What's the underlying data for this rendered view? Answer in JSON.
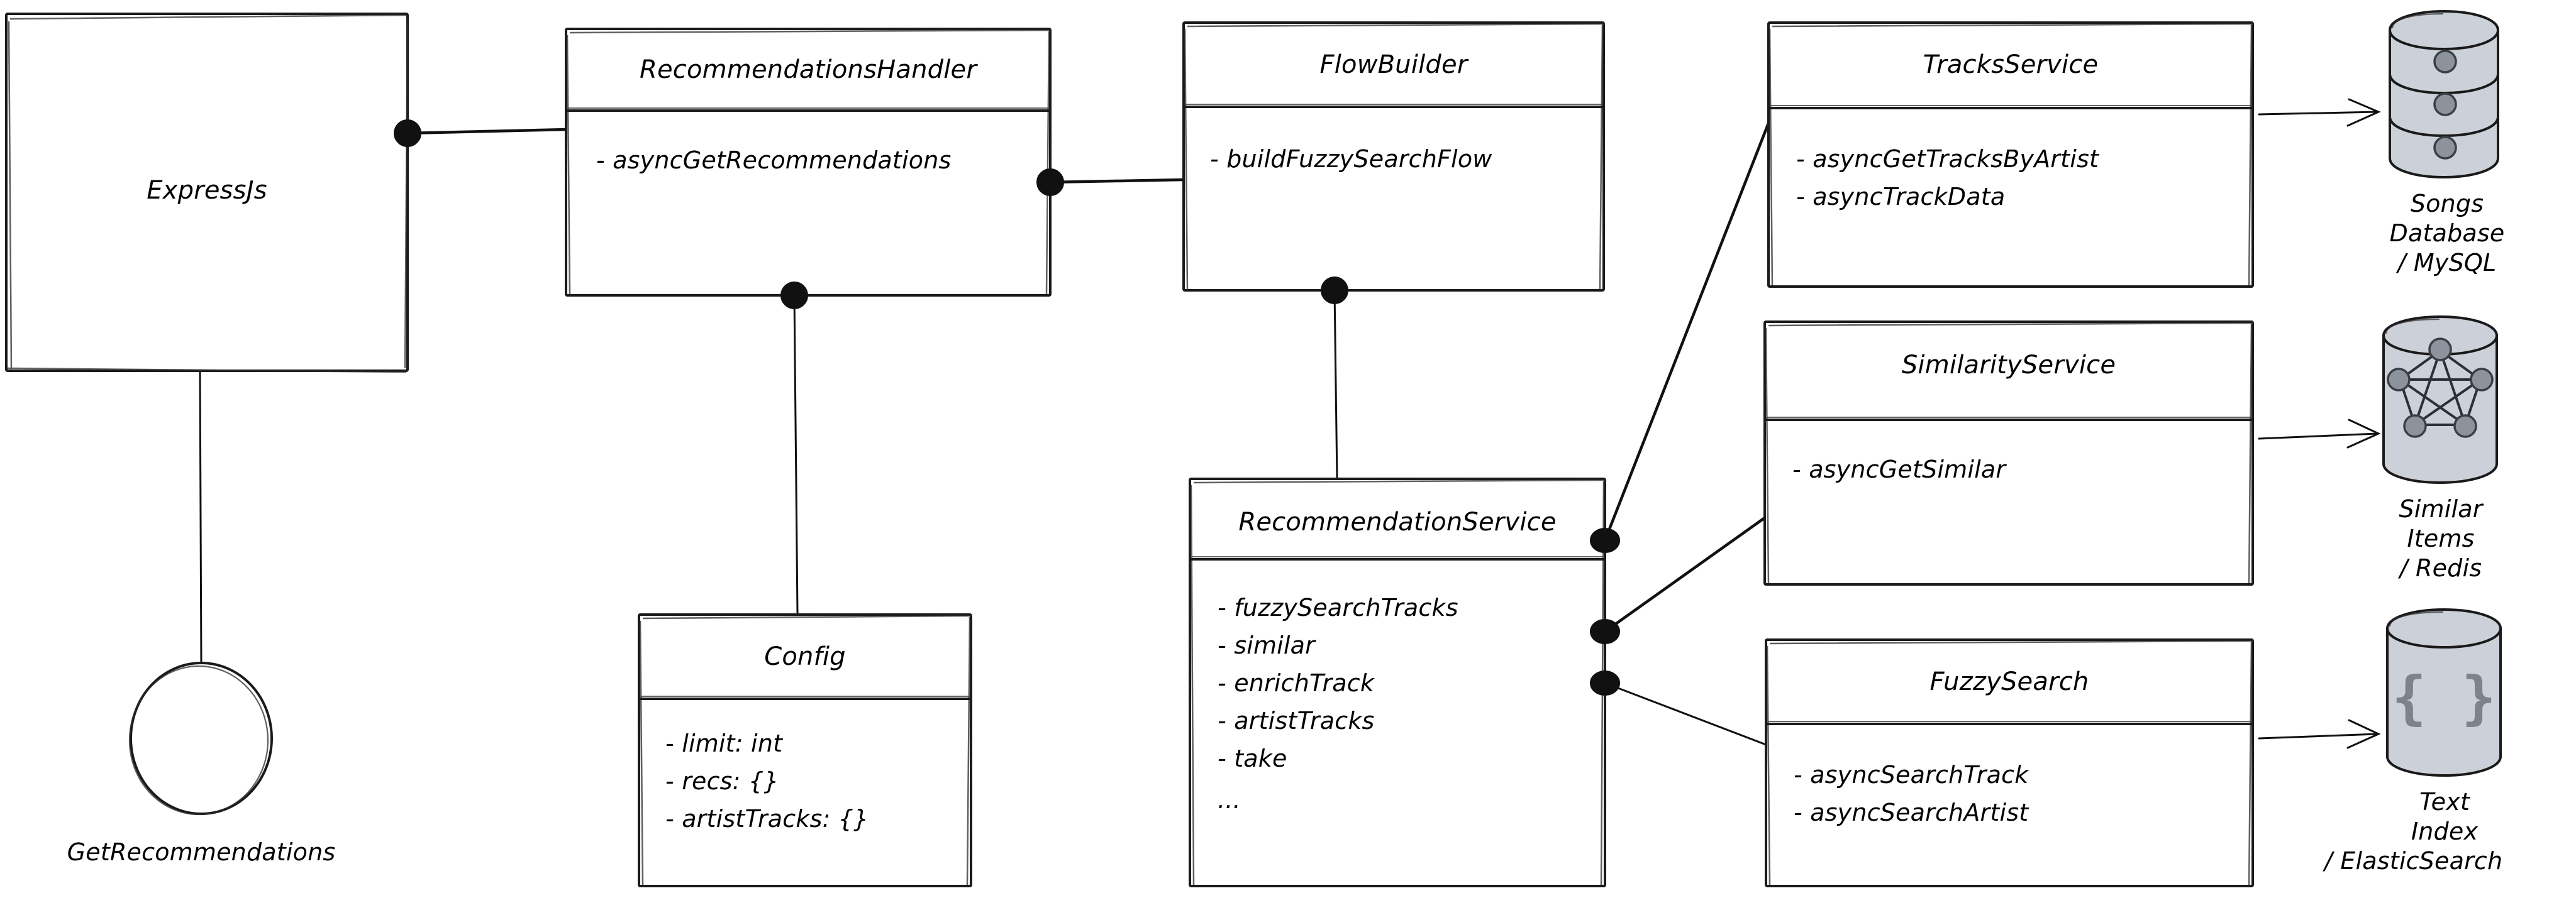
{
  "diagram": {
    "kind": "software-architecture-uml-sketch",
    "entry": {
      "name": "ExpressJs",
      "endpoint_label": "GetRecommendations",
      "endpoint_shape": "circle"
    },
    "classes": [
      {
        "id": "recommendations-handler",
        "title": "RecommendationsHandler",
        "members": [
          "- asyncGetRecommendations"
        ]
      },
      {
        "id": "flow-builder",
        "title": "FlowBuilder",
        "members": [
          "- buildFuzzySearchFlow"
        ]
      },
      {
        "id": "config",
        "title": "Config",
        "members": [
          "- limit: int",
          "- recs: {}",
          "- artistTracks: {}"
        ]
      },
      {
        "id": "recommendation-service",
        "title": "RecommendationService",
        "members": [
          "- fuzzySearchTracks",
          "- similar",
          "- enrichTrack",
          "- artistTracks",
          "- take",
          "..."
        ]
      },
      {
        "id": "tracks-service",
        "title": "TracksService",
        "members": [
          "- asyncGetTracksByArtist",
          "- asyncTrackData"
        ]
      },
      {
        "id": "similarity-service",
        "title": "SimilarityService",
        "members": [
          "- asyncGetSimilar"
        ]
      },
      {
        "id": "fuzzy-search",
        "title": "FuzzySearch",
        "members": [
          "- asyncSearchTrack",
          "- asyncSearchArtist"
        ]
      }
    ],
    "datastores": [
      {
        "id": "songs-database",
        "icon": "stacked-disk-cylinder-icon",
        "caption_lines": [
          "Songs",
          "Database",
          "/ MySQL"
        ]
      },
      {
        "id": "similar-items-store",
        "icon": "graph-network-cylinder-icon",
        "caption_lines": [
          "Similar",
          "Items",
          "/ Redis"
        ]
      },
      {
        "id": "text-index-store",
        "icon": "json-braces-cylinder-icon",
        "caption_lines": [
          "Text",
          "Index",
          "/ ElasticSearch"
        ],
        "glyph": "{ }"
      }
    ],
    "connections": [
      {
        "from": "ExpressJs",
        "to": "RecommendationsHandler",
        "style": "ball-and-line"
      },
      {
        "from": "ExpressJs",
        "to": "GetRecommendations",
        "style": "plain-line"
      },
      {
        "from": "RecommendationsHandler",
        "to": "FlowBuilder",
        "style": "ball-and-line"
      },
      {
        "from": "RecommendationsHandler",
        "to": "Config",
        "style": "ball-and-line"
      },
      {
        "from": "FlowBuilder",
        "to": "RecommendationService",
        "style": "ball-and-line"
      },
      {
        "from": "RecommendationService",
        "to": "TracksService",
        "style": "ball-and-line"
      },
      {
        "from": "RecommendationService",
        "to": "SimilarityService",
        "style": "ball-and-line"
      },
      {
        "from": "RecommendationService",
        "to": "FuzzySearch",
        "style": "ball-and-line"
      },
      {
        "from": "TracksService",
        "to": "Songs Database / MySQL",
        "style": "arrow"
      },
      {
        "from": "SimilarityService",
        "to": "Similar Items / Redis",
        "style": "arrow"
      },
      {
        "from": "FuzzySearch",
        "to": "Text Index / ElasticSearch",
        "style": "arrow"
      }
    ],
    "colors": {
      "stroke": "#1a1a1a",
      "background": "#ffffff",
      "cylinder_fill": "#ccd1d9",
      "cylinder_accent": "#8d939c"
    }
  }
}
